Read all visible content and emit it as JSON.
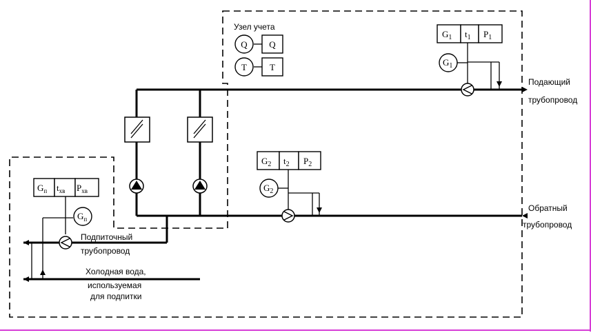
{
  "metering_unit": {
    "title": "Узел учета",
    "q_circle": "Q",
    "q_box": "Q",
    "t_circle": "T",
    "t_box": "T"
  },
  "supply": {
    "g_box": "G",
    "g_sub": "1",
    "t_box": "t",
    "t_sub": "1",
    "p_box": "P",
    "p_sub": "1",
    "g_circle": "G",
    "g_circle_sub": "1",
    "label_line1": "Подающий",
    "label_line2": "трубопровод"
  },
  "return": {
    "g_box": "G",
    "g_sub": "2",
    "t_box": "t",
    "t_sub": "2",
    "p_box": "P",
    "p_sub": "2",
    "g_circle": "G",
    "g_circle_sub": "2",
    "label_line1": "Обратный",
    "label_line2": "трубопровод"
  },
  "makeup": {
    "g_box": "G",
    "g_sub": "п",
    "t_box": "t",
    "t_sub": "хв",
    "p_box": "P",
    "p_sub": "хв",
    "g_circle": "G",
    "g_circle_sub": "п",
    "label_line1": "Подпиточный",
    "label_line2": "трубопровод"
  },
  "cold_water": {
    "line1": "Холодная вода,",
    "line2": "используемая",
    "line3": "для подпитки"
  }
}
